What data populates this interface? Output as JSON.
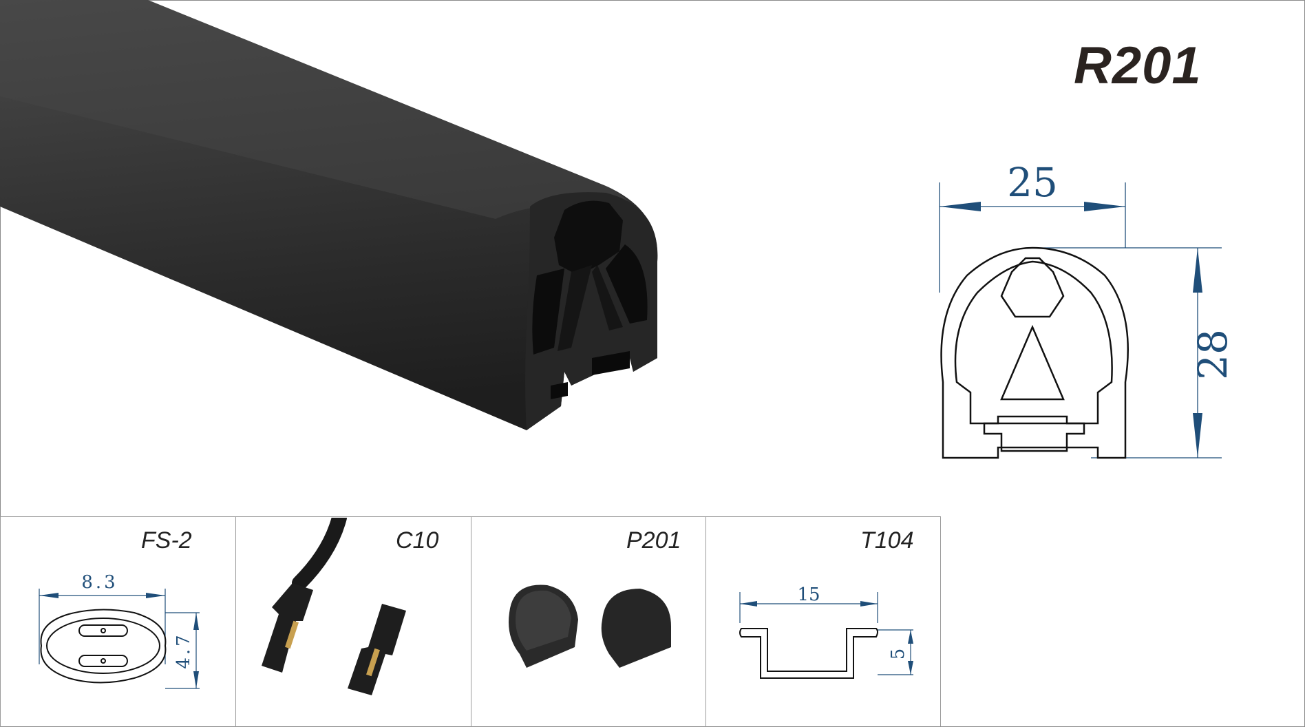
{
  "product": {
    "model": "R201",
    "profile_width": "25",
    "profile_height": "28"
  },
  "accessories": [
    {
      "code": "FS-2",
      "dim_a": "8.3",
      "dim_b": "4.7"
    },
    {
      "code": "C10"
    },
    {
      "code": "P201"
    },
    {
      "code": "T104",
      "dim_a": "15",
      "dim_b": "5"
    }
  ],
  "colors": {
    "dimension": "#1f4e79",
    "profile_body": "#2b2b2b",
    "outline": "#111111"
  }
}
